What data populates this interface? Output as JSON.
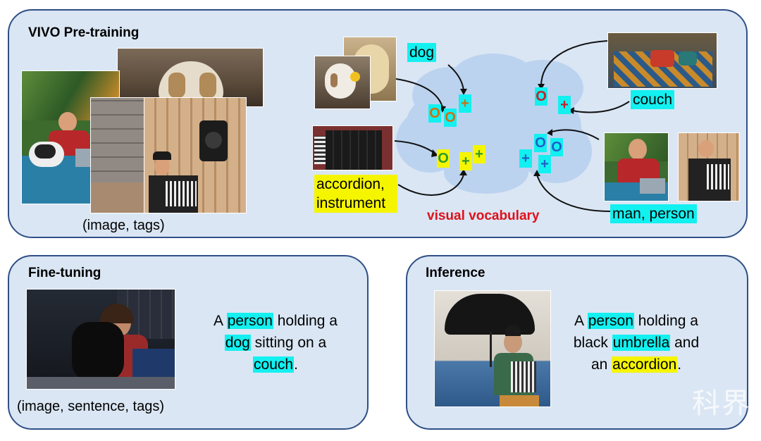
{
  "panels": {
    "pretraining": {
      "title": "VIVO Pre-training",
      "caption": "(image, tags)"
    },
    "finetuning": {
      "title": "Fine-tuning",
      "caption": "(image, sentence, tags)"
    },
    "inference": {
      "title": "Inference"
    }
  },
  "tags": {
    "dog": "dog",
    "couch": "couch",
    "accordion_line1": "accordion,",
    "accordion_line2": "instrument",
    "man_person": "man, person"
  },
  "symbols": {
    "o": "O",
    "plus": "+"
  },
  "vocabulary_label": "visual vocabulary",
  "finetune_sentence": {
    "l1_pre": "A ",
    "l1_hl": "person",
    "l1_post": " holding a",
    "l2_hl": "dog",
    "l2_post": " sitting on a",
    "l3_hl": "couch",
    "l3_post": "."
  },
  "inference_sentence": {
    "l1_pre": "A ",
    "l1_hl": "person",
    "l1_post": " holding a",
    "l2_pre": "black ",
    "l2_hl": "umbrella",
    "l2_post": " and",
    "l3_pre": "an ",
    "l3_hl": "accordion",
    "l3_post": "."
  },
  "watermark": "科界",
  "colors": {
    "panel_bg": "#dae6f4",
    "panel_border": "#2f4f86",
    "tag_cyan": "#13f0f0",
    "tag_yellow": "#f5f500",
    "vocab_red": "#e0101a",
    "cloud": "#bcd3ef"
  }
}
